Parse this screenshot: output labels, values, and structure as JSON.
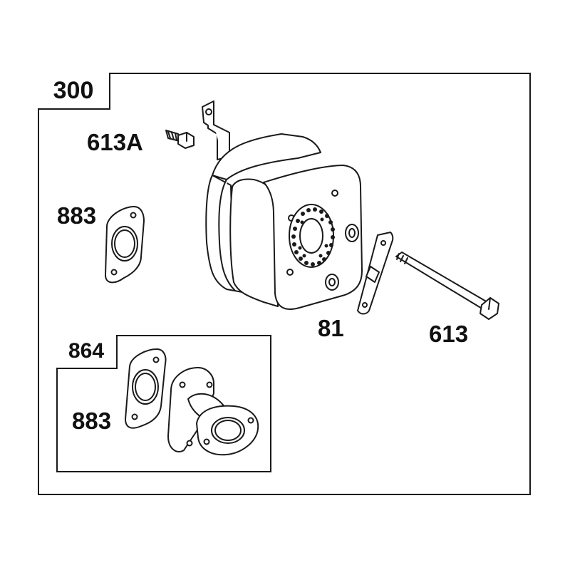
{
  "outer_box": {
    "tag": "300"
  },
  "inner_box": {
    "tag": "864"
  },
  "callouts": {
    "bolt_short": "613A",
    "gasket_top": "883",
    "washer_plate": "81",
    "bolt_long": "613",
    "gasket_inner": "883"
  },
  "colors": {
    "line": "#1a1a1a",
    "fill": "#ffffff",
    "shade": "#e9e9e9"
  }
}
